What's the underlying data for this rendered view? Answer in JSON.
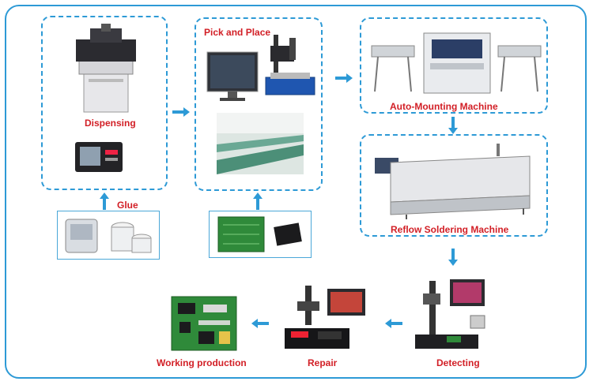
{
  "labels": {
    "dispensing": "Dispensing",
    "glue": "Glue",
    "pick_and_place": "Pick and Place",
    "auto_mounting": "Auto-Mounting Machine",
    "reflow": "Reflow Soldering Machine",
    "detecting": "Detecting",
    "repair": "Repair",
    "working_production": "Working production"
  },
  "colors": {
    "border": "#2d9ad6",
    "arrow": "#2d9ad6",
    "label": "#d21f26"
  }
}
